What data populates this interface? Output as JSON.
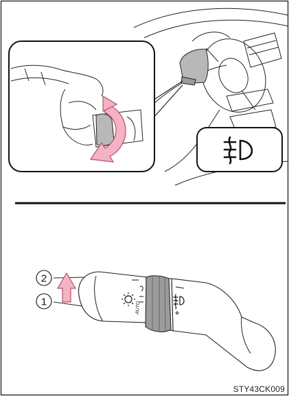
{
  "figure_code": "STY43CK009",
  "callouts": [
    {
      "number": "2",
      "meaning": "upper-position"
    },
    {
      "number": "1",
      "meaning": "lower-position"
    }
  ],
  "symbols": {
    "fog_light": "fog-light-symbol",
    "headlight": "headlight-symbol"
  },
  "switch_markings": {
    "auto": "AUTO"
  },
  "colors": {
    "arrow_fill": "#f2b3c3",
    "arrow_stroke": "#c44a6a",
    "highlight_gray": "#b8b8b8",
    "ring_gray": "#9c9c9c",
    "line": "#111111"
  }
}
